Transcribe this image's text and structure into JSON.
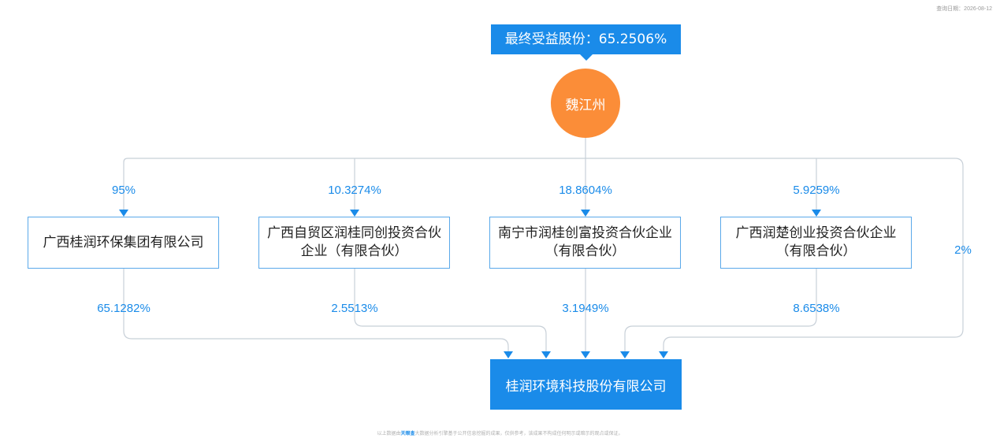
{
  "query_date": "查询日期：2026-08-12",
  "beneficiary": {
    "label": "最终受益股份：65.2506%",
    "name": "魏江州"
  },
  "shareholders": [
    {
      "name": "广西桂润环保集团有限公司",
      "stake_from_person": "95%",
      "stake_in_target": "65.1282%"
    },
    {
      "name": "广西自贸区润桂同创投资合伙企业（有限合伙）",
      "stake_from_person": "10.3274%",
      "stake_in_target": "2.5513%"
    },
    {
      "name": "南宁市润桂创富投资合伙企业（有限合伙）",
      "stake_from_person": "18.8604%",
      "stake_in_target": "3.1949%"
    },
    {
      "name": "广西润楚创业投资合伙企业（有限合伙）",
      "stake_from_person": "5.9259%",
      "stake_in_target": "8.6538%"
    }
  ],
  "direct_stake": "2%",
  "target": {
    "name": "桂润环境科技股份有限公司"
  },
  "footer": {
    "prefix": "以上数据由",
    "brand": "天眼查",
    "suffix": "大数据分析引擎基于公开信息挖掘的成果，仅供参考，该成果不构成任何明示或暗示的观点或保证。"
  },
  "colors": {
    "primary": "#1a8be9",
    "person_node": "#fb8d38",
    "box_border": "#5aa9ea",
    "connector": "#c8d0d8"
  }
}
